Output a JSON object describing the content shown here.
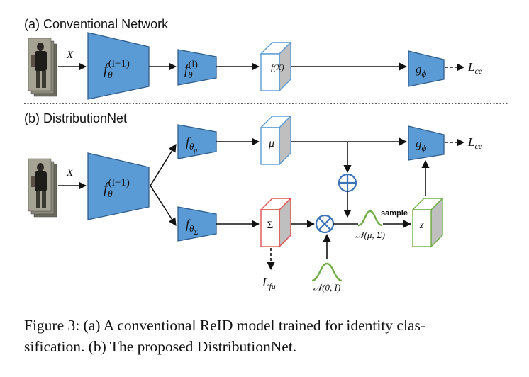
{
  "panel_a": {
    "title": "(a) Conventional Network",
    "input_label": "X",
    "block1": {
      "base": "f",
      "sub": "θ",
      "sup": "(l−1)"
    },
    "block2": {
      "base": "f",
      "sub": "θ",
      "sup": "(l)"
    },
    "feature_label": "f(X)",
    "classifier": {
      "base": "g",
      "sub": "ϕ"
    },
    "loss": {
      "base": "L",
      "sub": "ce"
    }
  },
  "panel_b": {
    "title": "(b) DistributionNet",
    "input_label": "X",
    "block1": {
      "base": "f",
      "sub": "θ",
      "sup": "(l−1)"
    },
    "mu_block": {
      "base": "f",
      "sub": "θ",
      "subsub": "μ"
    },
    "sigma_block": {
      "base": "f",
      "sub": "θ",
      "subsub": "Σ"
    },
    "mu_label": "μ",
    "sigma_label": "Σ",
    "classifier": {
      "base": "g",
      "sub": "ϕ"
    },
    "loss": {
      "base": "L",
      "sub": "ce"
    },
    "fu_loss": {
      "base": "L",
      "sub": "fu"
    },
    "plus_symbol": "⊕",
    "times_symbol": "⊗",
    "noise_dist": "𝒩(0, I)",
    "sampled_dist": "𝒩(μ, Σ)",
    "sample_label": "sample",
    "z_label": "z"
  },
  "caption": {
    "line1": "Figure 3: (a) A conventional ReID model trained for identity clas-",
    "line2": "sification. (b) The proposed DistributionNet."
  },
  "colors": {
    "trapezoid_fill": "#5b9bd5",
    "trapezoid_stroke": "#2f5d8c",
    "cube_blue": "#5b9bd5",
    "cube_red": "#e0514f",
    "cube_green": "#70ad47",
    "cube_side_gray": "#bfbfbf",
    "circle_op": "#3a73b8"
  }
}
